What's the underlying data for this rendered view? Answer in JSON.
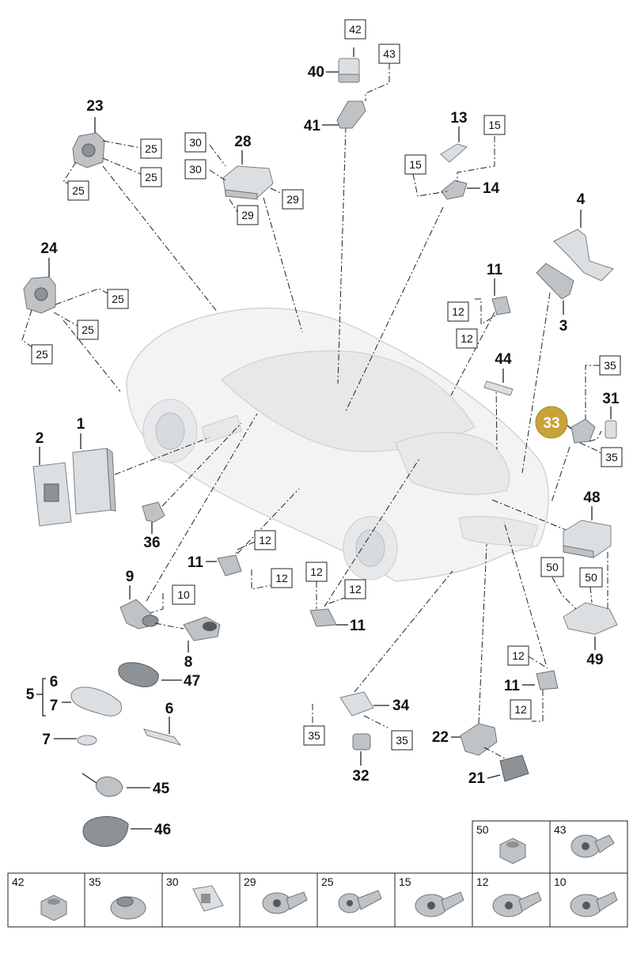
{
  "callouts": {
    "c1": "1",
    "c2": "2",
    "c3": "3",
    "c4": "4",
    "c5": "5",
    "c6a": "6",
    "c6b": "6",
    "c7a": "7",
    "c7b": "7",
    "c8": "8",
    "c9": "9",
    "c11a": "11",
    "c11b": "11",
    "c11c": "11",
    "c11d": "11",
    "c13": "13",
    "c14": "14",
    "c21": "21",
    "c22": "22",
    "c23": "23",
    "c24": "24",
    "c28": "28",
    "c31": "31",
    "c32": "32",
    "c33": "33",
    "c34": "34",
    "c36": "36",
    "c40": "40",
    "c41": "41",
    "c44": "44",
    "c45": "45",
    "c46": "46",
    "c47": "47",
    "c48": "48",
    "c49": "49"
  },
  "boxes": {
    "b42": "42",
    "b43": "43",
    "b15a": "15",
    "b15b": "15",
    "b25a": "25",
    "b25b": "25",
    "b25c": "25",
    "b25d": "25",
    "b25e": "25",
    "b25f": "25",
    "b30a": "30",
    "b30b": "30",
    "b29a": "29",
    "b29b": "29",
    "b12a": "12",
    "b12b": "12",
    "b12c": "12",
    "b12d": "12",
    "b12e": "12",
    "b12f": "12",
    "b12g": "12",
    "b12h": "12",
    "b35a": "35",
    "b35b": "35",
    "b35c": "35",
    "b35d": "35",
    "b10": "10",
    "b50a": "50",
    "b50b": "50"
  },
  "hardware_table": {
    "top_row": [
      "50",
      "43"
    ],
    "bottom_row": [
      "42",
      "35",
      "30",
      "29",
      "25",
      "15",
      "12",
      "10"
    ]
  },
  "colors": {
    "highlight": "#c9a338"
  }
}
